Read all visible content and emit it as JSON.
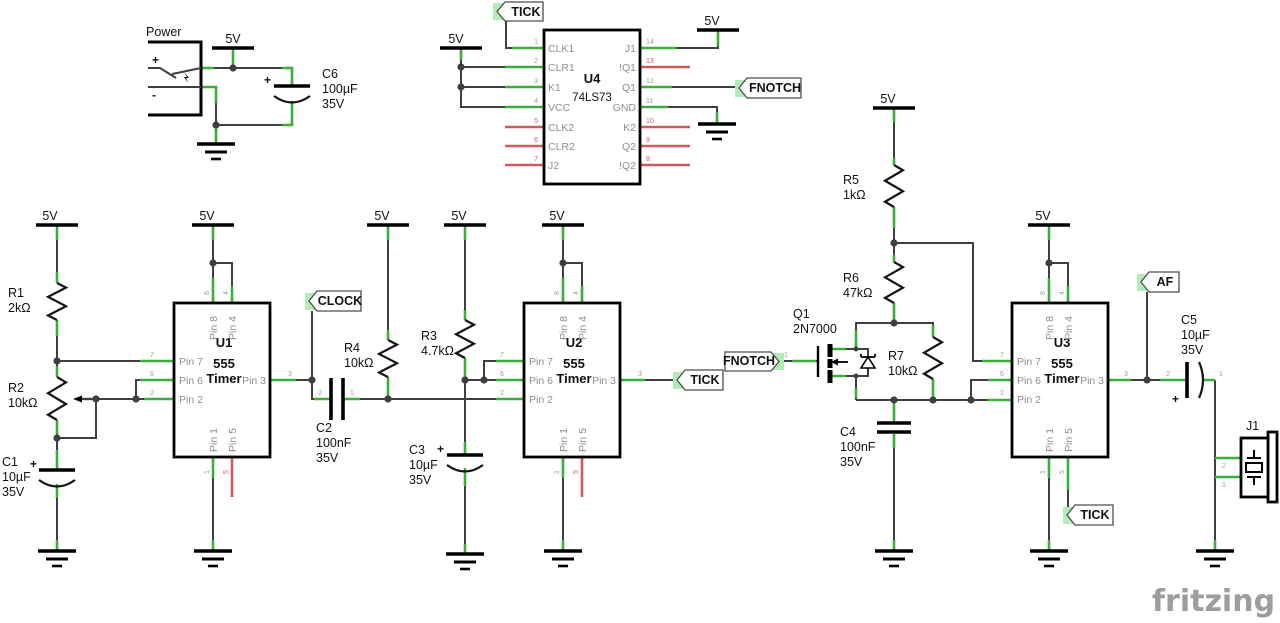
{
  "app": {
    "logo": "fritzing"
  },
  "rail_label": "5V",
  "flags": {
    "tick": "TICK",
    "fnotch": "FNOTCH",
    "clock": "CLOCK",
    "af": "AF"
  },
  "pin_nums": {
    "p1": "1",
    "p2": "2",
    "p3": "3",
    "p4": "4",
    "p5": "5",
    "p6": "6",
    "p7": "7",
    "p8": "8"
  },
  "power": {
    "ref": "Power",
    "plus": "+",
    "minus": "-"
  },
  "timers": {
    "u1": "U1",
    "u2": "U2",
    "u3": "U3",
    "type_line1": "555",
    "type_line2": "Timer",
    "pins": {
      "p8": "Pin 8",
      "p4": "Pin 4",
      "p7": "Pin 7",
      "p6": "Pin 6",
      "p2": "Pin 2",
      "p3": "Pin 3",
      "p1": "Pin 1",
      "p5": "Pin 5"
    }
  },
  "u4": {
    "ref": "U4",
    "part": "74LS73",
    "left_pins": [
      {
        "num": "1",
        "name": "CLK1"
      },
      {
        "num": "2",
        "name": "CLR1"
      },
      {
        "num": "3",
        "name": "K1"
      },
      {
        "num": "4",
        "name": "VCC"
      },
      {
        "num": "5",
        "name": "CLK2"
      },
      {
        "num": "6",
        "name": "CLR2"
      },
      {
        "num": "7",
        "name": "J2"
      }
    ],
    "right_pins": [
      {
        "num": "14",
        "name": "J1"
      },
      {
        "num": "13",
        "name": "!Q1"
      },
      {
        "num": "12",
        "name": "Q1"
      },
      {
        "num": "11",
        "name": "GND"
      },
      {
        "num": "10",
        "name": "K2"
      },
      {
        "num": "9",
        "name": "Q2"
      },
      {
        "num": "8",
        "name": "!Q2"
      }
    ]
  },
  "resistors": {
    "r1": {
      "ref": "R1",
      "value": "2kΩ"
    },
    "r2": {
      "ref": "R2",
      "value": "10kΩ"
    },
    "r3": {
      "ref": "R3",
      "value": "4.7kΩ"
    },
    "r4": {
      "ref": "R4",
      "value": "10kΩ"
    },
    "r5": {
      "ref": "R5",
      "value": "1kΩ"
    },
    "r6": {
      "ref": "R6",
      "value": "47kΩ"
    },
    "r7": {
      "ref": "R7",
      "value": "10kΩ"
    }
  },
  "capacitors": {
    "c1": {
      "ref": "C1",
      "value": "10µF",
      "voltage": "35V",
      "plus": "+"
    },
    "c2": {
      "ref": "C2",
      "value": "100nF",
      "voltage": "35V"
    },
    "c3": {
      "ref": "C3",
      "value": "10µF",
      "voltage": "35V",
      "plus": "+"
    },
    "c4": {
      "ref": "C4",
      "value": "100nF",
      "voltage": "35V"
    },
    "c5": {
      "ref": "C5",
      "value": "10µF",
      "voltage": "35V",
      "plus": "+"
    },
    "c6": {
      "ref": "C6",
      "value": "100µF",
      "voltage": "35V",
      "plus": "+"
    }
  },
  "q1": {
    "ref": "Q1",
    "part": "2N7000"
  },
  "j1": {
    "ref": "J1"
  },
  "colors": {
    "wire": "#3f3f3f",
    "pin_connected": "#3cae3c",
    "pin_unconnected": "#cf5b5e",
    "label_highlight": "#b5ecb5",
    "logo": "#9d9d9d"
  }
}
